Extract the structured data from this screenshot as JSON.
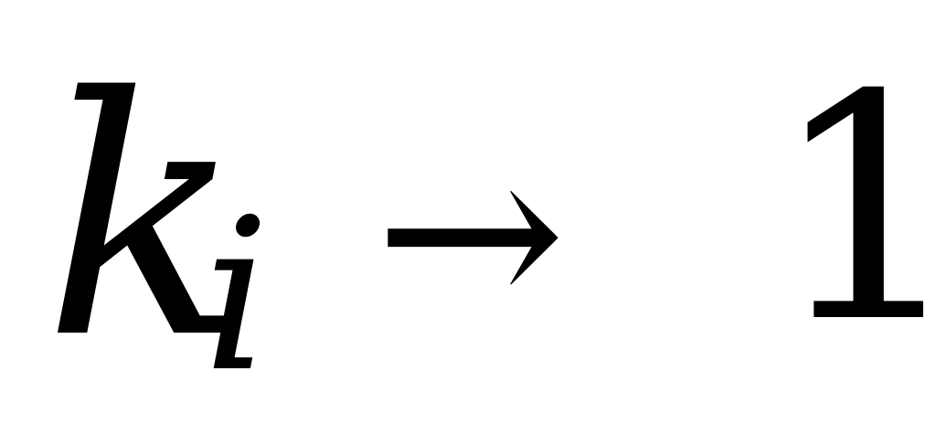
{
  "formula": {
    "base": "k",
    "subscript": "i",
    "arrow": "→",
    "target": "1"
  }
}
